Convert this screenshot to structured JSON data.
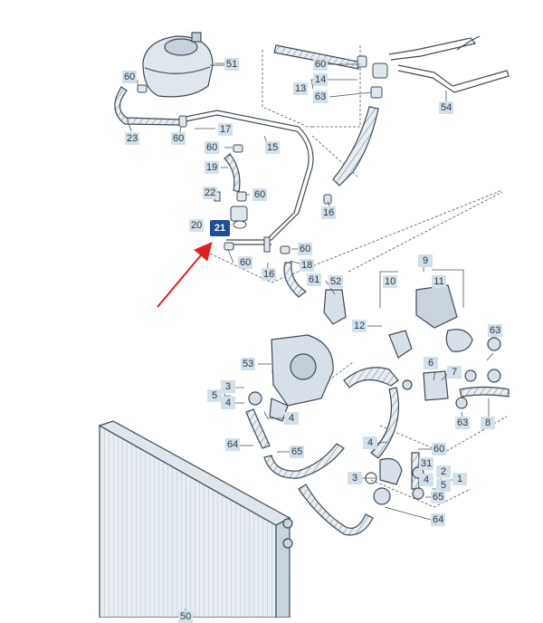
{
  "diagram": {
    "callouts": [
      "60",
      "23",
      "60",
      "51",
      "17",
      "15",
      "60",
      "19",
      "22",
      "60",
      "20",
      "21",
      "60",
      "16",
      "60",
      "18",
      "16",
      "61",
      "52",
      "60",
      "14",
      "13",
      "63",
      "54",
      "9",
      "10",
      "11",
      "12",
      "63",
      "53",
      "3",
      "5",
      "4",
      "4",
      "7",
      "6",
      "63",
      "8",
      "64",
      "65",
      "4",
      "60",
      "3",
      "31",
      "2",
      "4",
      "5",
      "1",
      "65",
      "64",
      "50"
    ],
    "highlighted_callout": "21",
    "colors": {
      "callout_bg": "#d3e0ea",
      "callout_text": "#2b3a48",
      "highlight_bg": "#1f4e96",
      "arrow": "#e02020",
      "line": "#4a4a4a"
    }
  }
}
